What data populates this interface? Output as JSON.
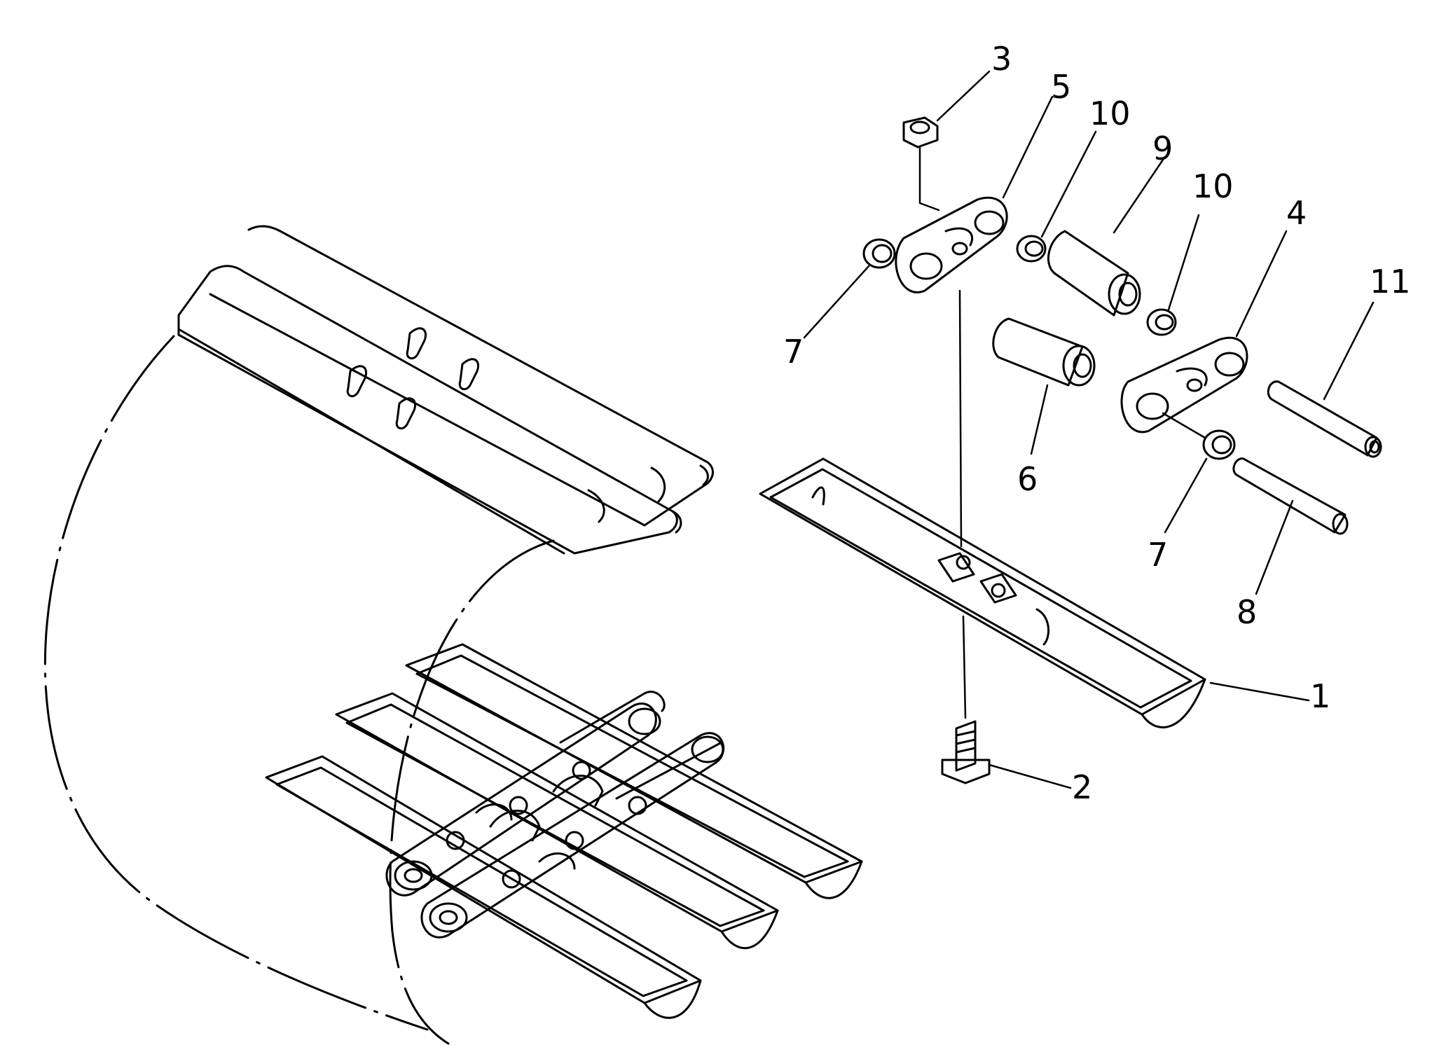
{
  "diagram": {
    "callouts": [
      {
        "label": "1",
        "part": "track-shoe"
      },
      {
        "label": "2",
        "part": "shoe-bolt"
      },
      {
        "label": "3",
        "part": "shoe-nut"
      },
      {
        "label": "4",
        "part": "link-assembly-right"
      },
      {
        "label": "5",
        "part": "link-assembly-left"
      },
      {
        "label": "6",
        "part": "bushing"
      },
      {
        "label": "7",
        "part": "seal"
      },
      {
        "label": "7",
        "part": "seal"
      },
      {
        "label": "8",
        "part": "pin"
      },
      {
        "label": "9",
        "part": "master-bushing"
      },
      {
        "label": "10",
        "part": "spacer"
      },
      {
        "label": "10",
        "part": "spacer"
      },
      {
        "label": "11",
        "part": "master-pin"
      }
    ],
    "colors": {
      "ink": "#000000",
      "paper": "#ffffff"
    }
  }
}
